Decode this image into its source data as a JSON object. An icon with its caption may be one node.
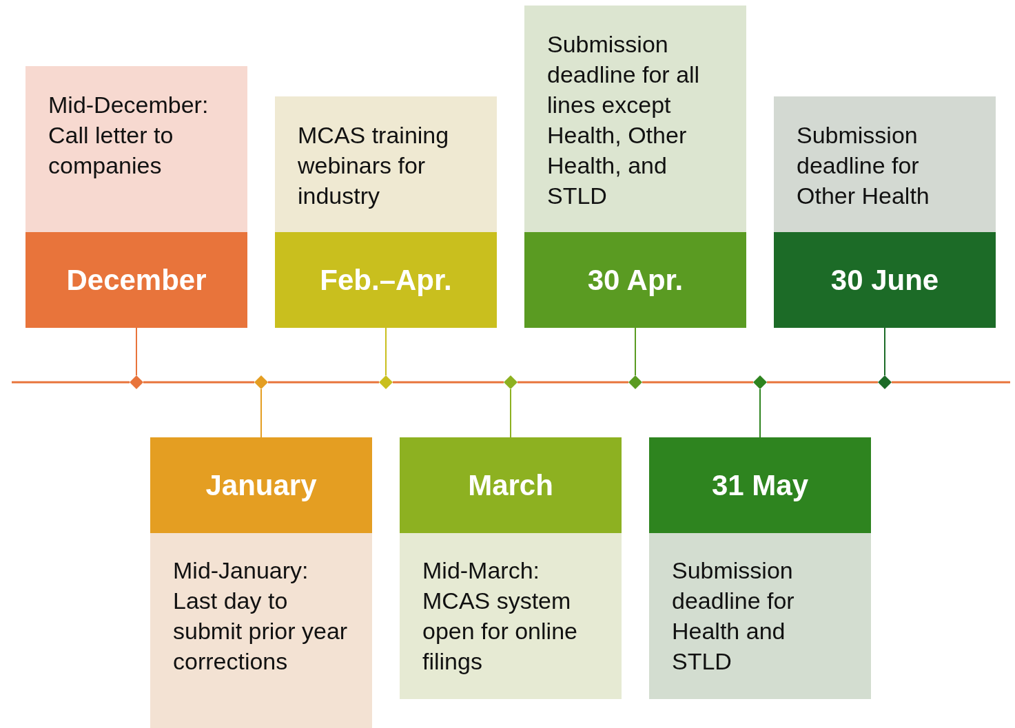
{
  "diagram": {
    "nodes": [
      {
        "text": [
          "Mid-December: Call letter to companies",
          "December"
        ]
      },
      {
        "text": [
          "January",
          "Mid-January: Last day to submit prior year corrections"
        ]
      },
      {
        "text": [
          "MCAS training webinars for industry",
          "Feb.–Apr."
        ]
      },
      {
        "text": [
          "March",
          "Mid-March: MCAS system open for online filings"
        ]
      },
      {
        "text": [
          "Submission deadline for all lines except Health, Other Health, and STLD",
          "30 Apr."
        ]
      },
      {
        "text": [
          "31 May",
          "Submission deadline for Health and STLD"
        ]
      },
      {
        "text": [
          "Submission deadline for Other Health",
          "30 June"
        ]
      },
      {
        "text": [],
        "shape": "diamond"
      },
      {
        "text": [],
        "shape": "diamond"
      },
      {
        "text": [],
        "shape": "diamond"
      },
      {
        "text": [],
        "shape": "diamond"
      },
      {
        "text": [],
        "shape": "diamond"
      },
      {
        "text": [],
        "shape": "diamond"
      },
      {
        "text": [],
        "shape": "diamond"
      }
    ],
    "edges": [
      {
        "from": 0,
        "to": 7,
        "arrow": "none",
        "color": "#e8743b"
      },
      {
        "from": 1,
        "to": 8,
        "arrow": "none",
        "color": "#e49e22"
      },
      {
        "from": 2,
        "to": 9,
        "arrow": "none",
        "color": "#c9bf1e"
      },
      {
        "from": 3,
        "to": 10,
        "arrow": "none",
        "color": "#8db121"
      },
      {
        "from": 4,
        "to": 11,
        "arrow": "none",
        "color": "#5a9b22"
      },
      {
        "from": 5,
        "to": 12,
        "arrow": "none",
        "color": "#2e841f"
      },
      {
        "from": 6,
        "to": 13,
        "arrow": "none",
        "color": "#1c6b27"
      },
      {
        "from": null,
        "to": 7,
        "arrow": "none"
      },
      {
        "from": 7,
        "to": 8,
        "arrow": "none"
      },
      {
        "from": 8,
        "to": 9,
        "arrow": "none"
      },
      {
        "from": 9,
        "to": 10,
        "arrow": "none"
      },
      {
        "from": 10,
        "to": 11,
        "arrow": "none"
      },
      {
        "from": 11,
        "to": 12,
        "arrow": "none"
      },
      {
        "from": 12,
        "to": 13,
        "arrow": "none"
      },
      {
        "from": 13,
        "to": null,
        "arrow": "none"
      }
    ]
  }
}
